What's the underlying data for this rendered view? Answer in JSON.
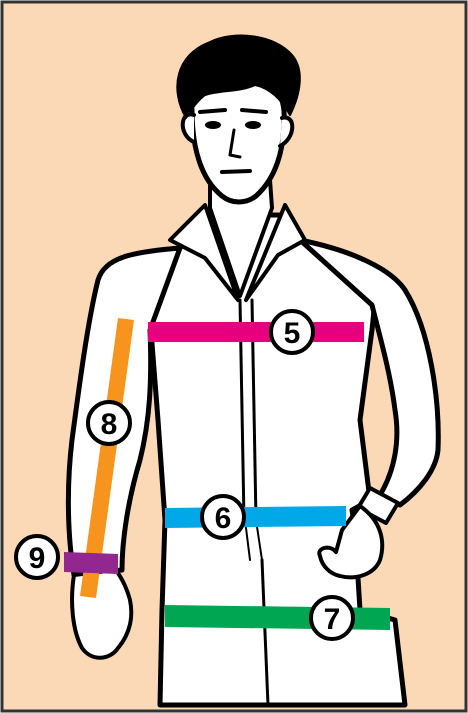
{
  "colors": {
    "background": "#FBD9B6",
    "frame": "#333333",
    "outline": "#000000",
    "garment": "#FFFFFF",
    "chest_band": "#E6007E",
    "waist_band": "#00A8E8",
    "hip_band": "#00A651",
    "arm_band": "#F7941D",
    "wrist_band": "#92278F"
  },
  "markers": {
    "chest": "5",
    "waist": "6",
    "hip": "7",
    "arm": "8",
    "wrist": "9"
  }
}
